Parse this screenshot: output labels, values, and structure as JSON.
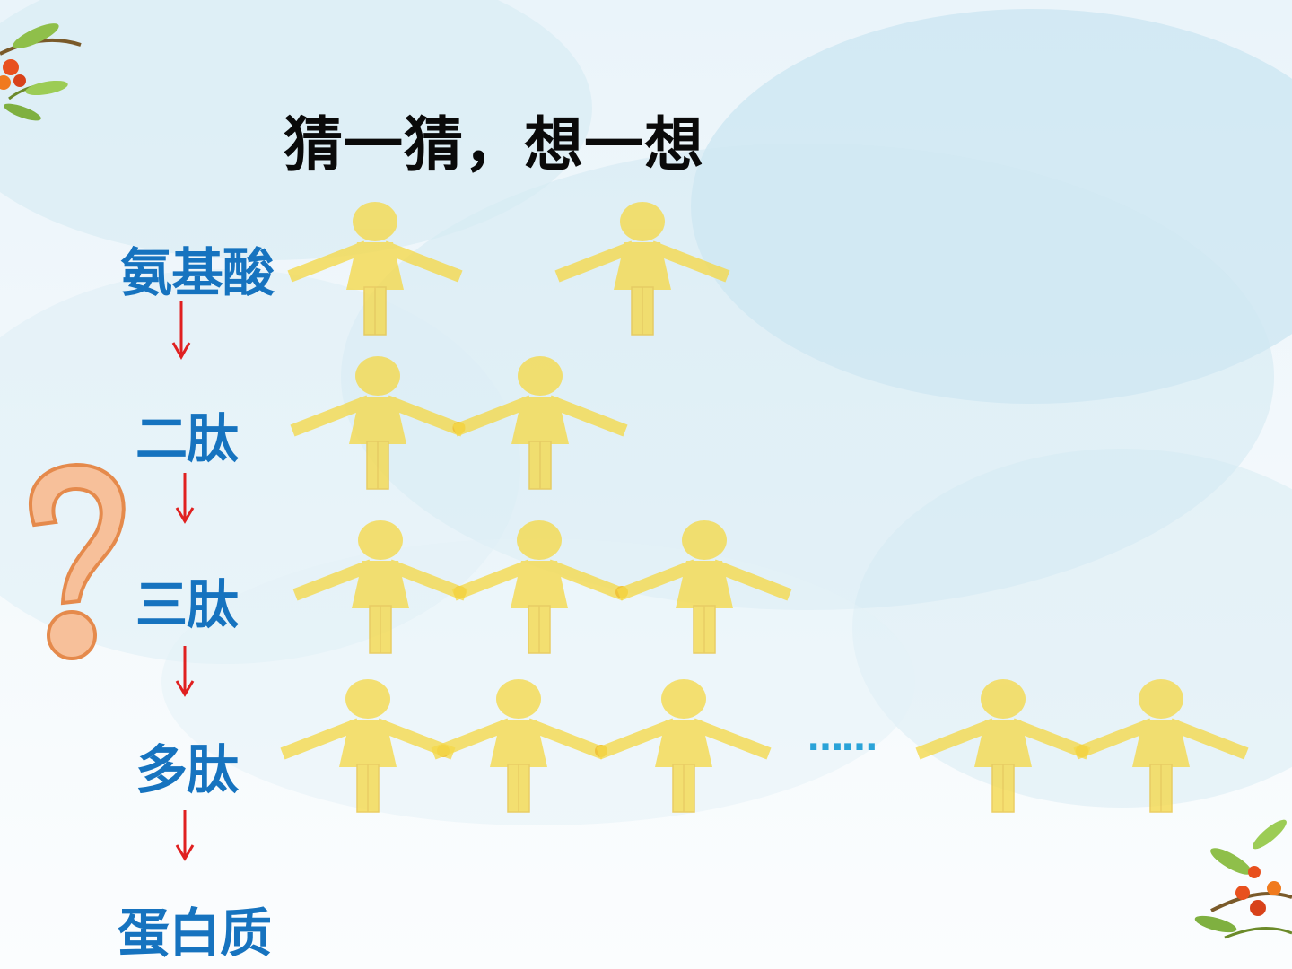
{
  "slide": {
    "title": "猜一猜，想一想",
    "ellipsis": "……",
    "stages": [
      {
        "label": "氨基酸"
      },
      {
        "label": "二肽"
      },
      {
        "label": "三肽"
      },
      {
        "label": "多肽"
      },
      {
        "label": "蛋白质"
      }
    ]
  },
  "figures": {
    "rows": [
      {
        "units": 2,
        "joined": false
      },
      {
        "units": 2,
        "joined": true
      },
      {
        "units": 3,
        "joined": true
      },
      {
        "units": 5,
        "joined": true,
        "gap_after": 3
      }
    ]
  },
  "icons": {
    "question": "question-mark-icon",
    "arrow": "down-arrow-icon",
    "corner_top": "berry-branch-icon",
    "corner_bottom": "berry-branch-icon"
  },
  "colors": {
    "label_blue": "#1673bf",
    "arrow_red": "#e02020",
    "figure_yellow": "#f5d94a",
    "question_fill": "#f7c09a",
    "question_stroke": "#e58a4c",
    "ellipsis_blue": "#2aa3d8"
  }
}
